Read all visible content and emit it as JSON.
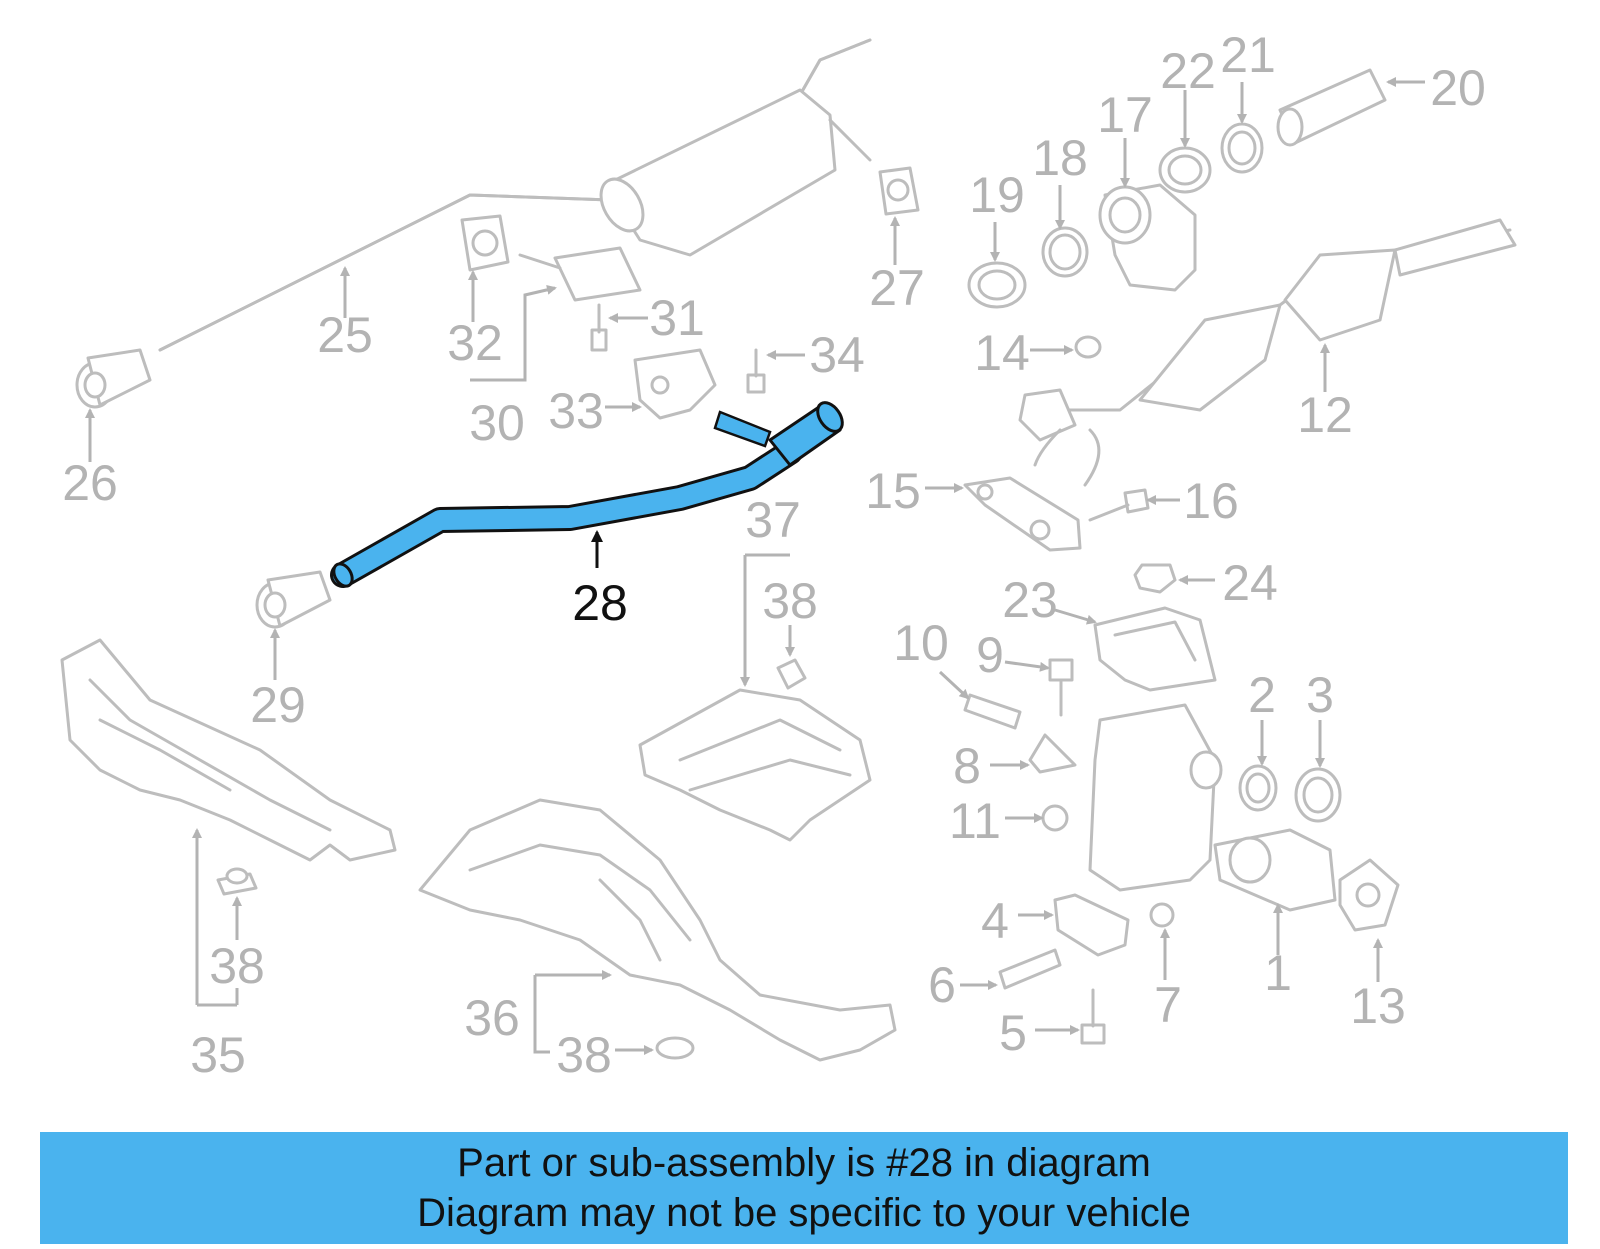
{
  "diagram": {
    "highlight_color": "#4ab3ee",
    "highlighted_part": "28",
    "labels": [
      "1",
      "2",
      "3",
      "4",
      "5",
      "6",
      "7",
      "8",
      "9",
      "10",
      "11",
      "12",
      "13",
      "14",
      "15",
      "16",
      "17",
      "18",
      "19",
      "20",
      "21",
      "22",
      "23",
      "24",
      "25",
      "26",
      "27",
      "28",
      "29",
      "30",
      "31",
      "32",
      "33",
      "34",
      "35",
      "36",
      "37",
      "38"
    ],
    "label_38": "38"
  },
  "banner": {
    "color": "#4ab3ee",
    "line1": "Part or sub-assembly is #28 in diagram",
    "line2": "Diagram may not be specific to your vehicle"
  }
}
